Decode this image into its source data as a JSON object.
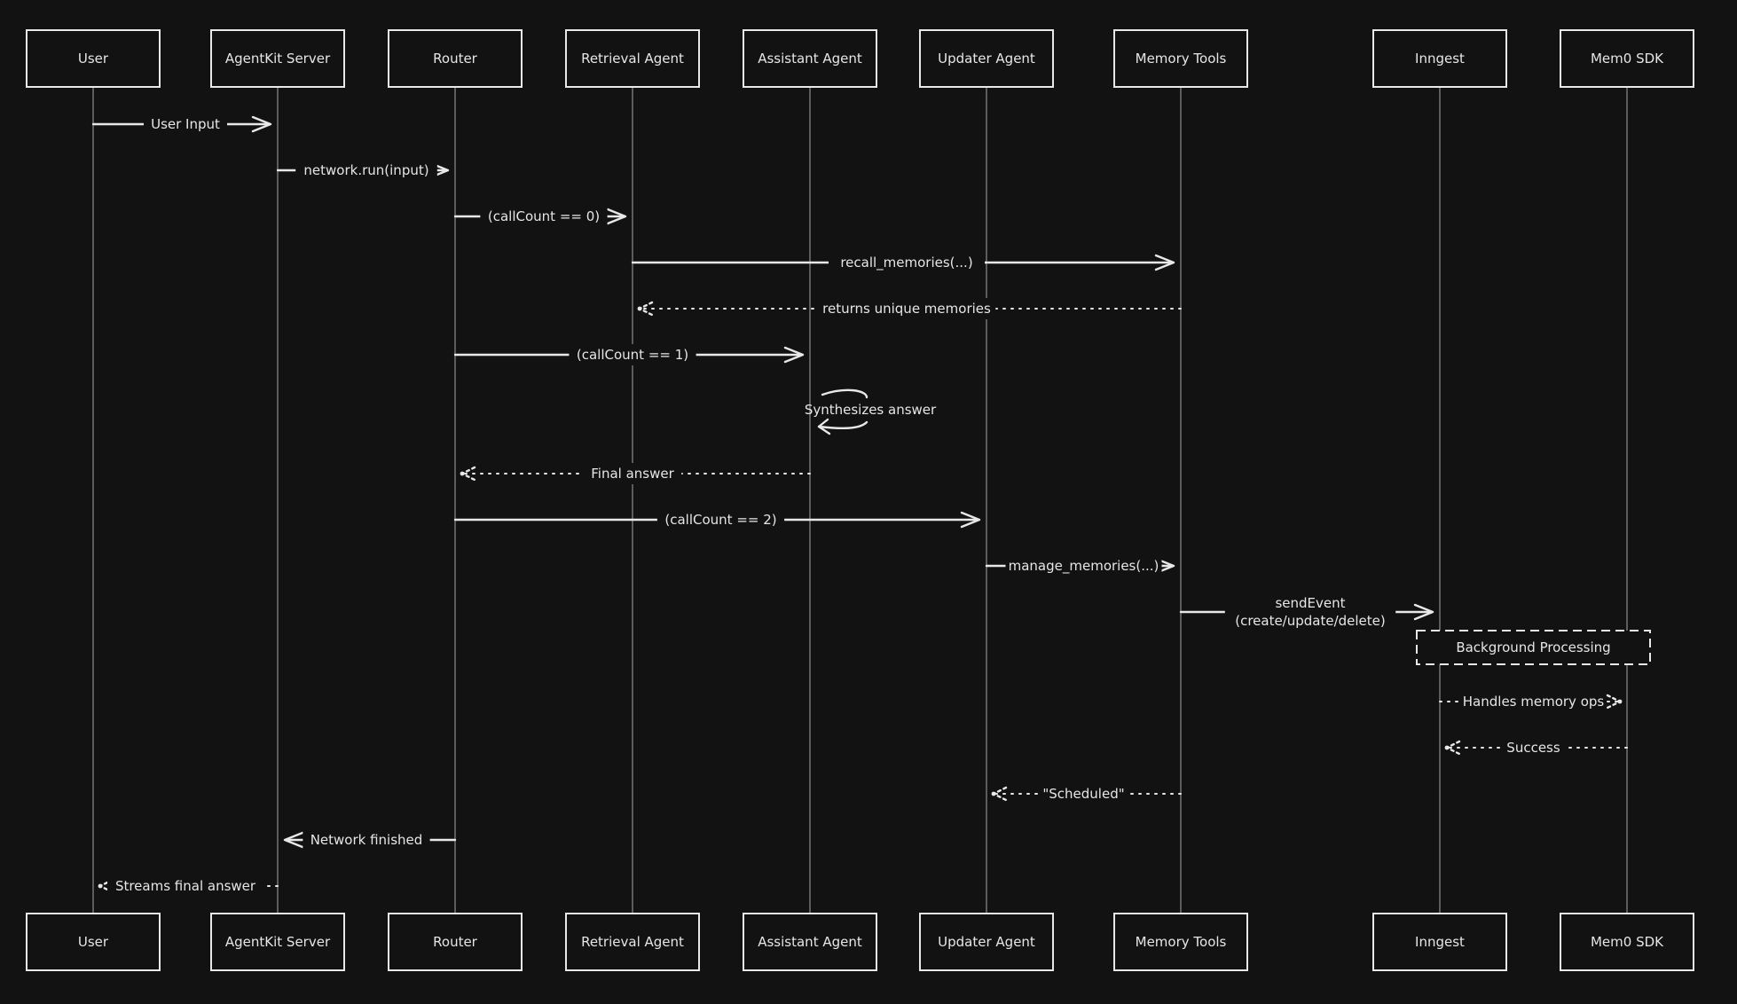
{
  "participants": [
    {
      "id": "user",
      "label": "User"
    },
    {
      "id": "server",
      "label": "AgentKit Server"
    },
    {
      "id": "router",
      "label": "Router"
    },
    {
      "id": "retrieval",
      "label": "Retrieval Agent"
    },
    {
      "id": "assistant",
      "label": "Assistant Agent"
    },
    {
      "id": "updater",
      "label": "Updater Agent"
    },
    {
      "id": "memtools",
      "label": "Memory Tools"
    },
    {
      "id": "inngest",
      "label": "Inngest"
    },
    {
      "id": "mem0",
      "label": "Mem0 SDK"
    }
  ],
  "messages": [
    {
      "from": "user",
      "to": "server",
      "style": "solid",
      "text": [
        "User Input"
      ]
    },
    {
      "from": "server",
      "to": "router",
      "style": "solid",
      "text": [
        "network.run(input)"
      ]
    },
    {
      "from": "router",
      "to": "retrieval",
      "style": "solid",
      "text": [
        "(callCount == 0)"
      ]
    },
    {
      "from": "retrieval",
      "to": "memtools",
      "style": "solid",
      "text": [
        "recall_memories(...)"
      ]
    },
    {
      "from": "memtools",
      "to": "retrieval",
      "style": "dotted",
      "text": [
        "returns unique memories"
      ]
    },
    {
      "from": "router",
      "to": "assistant",
      "style": "solid",
      "text": [
        "(callCount == 1)"
      ]
    },
    {
      "from": "assistant",
      "to": "assistant",
      "style": "self",
      "text": [
        "Synthesizes answer"
      ]
    },
    {
      "from": "assistant",
      "to": "router",
      "style": "dotted",
      "text": [
        "Final answer"
      ]
    },
    {
      "from": "router",
      "to": "updater",
      "style": "solid",
      "text": [
        "(callCount == 2)"
      ]
    },
    {
      "from": "updater",
      "to": "memtools",
      "style": "solid",
      "text": [
        "manage_memories(...)"
      ]
    },
    {
      "from": "memtools",
      "to": "inngest",
      "style": "solid",
      "text": [
        "sendEvent",
        "(create/update/delete)"
      ]
    },
    {
      "from": "inngest",
      "to": "mem0",
      "style": "dotted",
      "text": [
        "Handles memory ops"
      ]
    },
    {
      "from": "mem0",
      "to": "inngest",
      "style": "dotted",
      "text": [
        "Success"
      ]
    },
    {
      "from": "memtools",
      "to": "updater",
      "style": "dotted",
      "text": [
        "\"Scheduled\""
      ]
    },
    {
      "from": "router",
      "to": "server",
      "style": "solid",
      "text": [
        "Network finished"
      ]
    },
    {
      "from": "server",
      "to": "user",
      "style": "dotted",
      "text": [
        "Streams final answer"
      ]
    }
  ],
  "note": {
    "text": "Background Processing",
    "over": [
      "inngest",
      "mem0"
    ]
  }
}
